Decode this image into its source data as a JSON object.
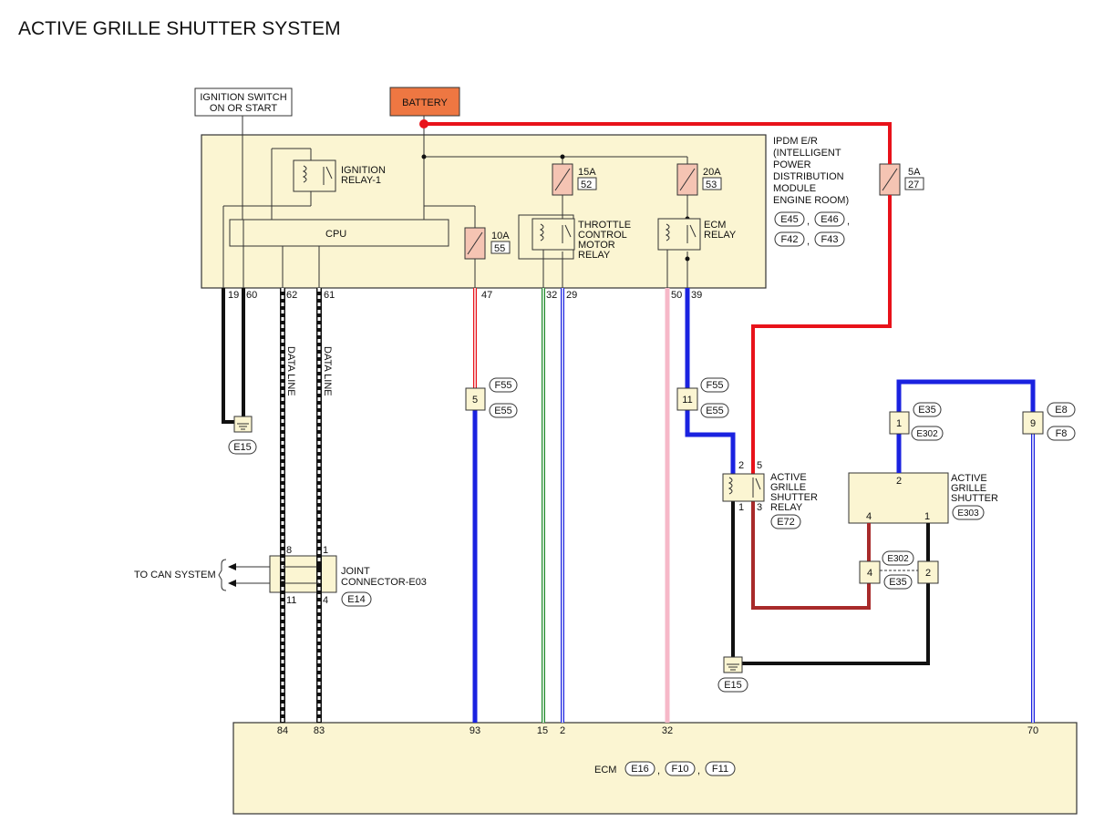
{
  "title": "ACTIVE GRILLE SHUTTER SYSTEM",
  "colors": {
    "red": "#e8121a",
    "blue": "#1a22e0",
    "black": "#111111",
    "green": "#1f8a2a",
    "pink": "#f6b8c8",
    "brown": "#a82a2a",
    "battery": "#ee7742",
    "module": "#fbf5d2",
    "fuse": "#f5c4b3"
  },
  "labels": {
    "ignition": [
      "IGNITION SWITCH",
      "ON OR START"
    ],
    "battery": "BATTERY",
    "ipdm": [
      "IPDM E/R",
      "(INTELLIGENT",
      "POWER",
      "DISTRIBUTION",
      "MODULE",
      "ENGINE ROOM)"
    ],
    "ipdm_conn": [
      "E45",
      "E46",
      "F42",
      "F43"
    ],
    "ign_relay": [
      "IGNITION",
      "RELAY-1"
    ],
    "cpu": "CPU",
    "throttle_relay": [
      "THROTTLE",
      "CONTROL",
      "MOTOR",
      "RELAY"
    ],
    "ecm_relay": [
      "ECM",
      "RELAY"
    ],
    "fuse_10a": [
      "10A",
      "55"
    ],
    "fuse_15a": [
      "15A",
      "52"
    ],
    "fuse_20a": [
      "20A",
      "53"
    ],
    "fuse_5a": [
      "5A",
      "27"
    ],
    "data_line": "DATA LINE",
    "to_can": "TO CAN SYSTEM",
    "joint": [
      "JOINT",
      "CONNECTOR-E03"
    ],
    "joint_conn": "E14",
    "agsr": [
      "ACTIVE",
      "GRILLE",
      "SHUTTER",
      "RELAY"
    ],
    "agsr_conn": "E72",
    "ags": [
      "ACTIVE",
      "GRILLE",
      "SHUTTER"
    ],
    "ags_conn": "E303",
    "ecm": "ECM",
    "ecm_conn": [
      "E16",
      "F10",
      "F11"
    ],
    "ground": "E15",
    "conn_5": [
      "5",
      "F55",
      "E55"
    ],
    "conn_11": [
      "11",
      "F55",
      "E55"
    ],
    "conn_1": [
      "1",
      "E35",
      "E302"
    ],
    "conn_9": [
      "9",
      "E8",
      "F8"
    ],
    "conn_4": [
      "4",
      "E302"
    ],
    "conn_2": [
      "2",
      "E35"
    ],
    "comma": ","
  },
  "pins": {
    "ipdm": [
      "19",
      "60",
      "62",
      "61",
      "47",
      "32",
      "29",
      "50",
      "39"
    ],
    "joint": [
      "8",
      "1",
      "11",
      "4"
    ],
    "ecm": [
      "84",
      "83",
      "93",
      "15",
      "2",
      "32",
      "70"
    ],
    "agsr": [
      "2",
      "5",
      "1",
      "3"
    ],
    "ags": [
      "2",
      "4",
      "1"
    ]
  }
}
